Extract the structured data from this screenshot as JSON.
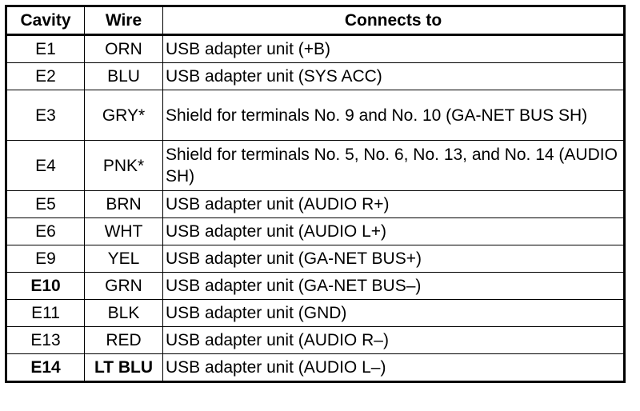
{
  "headers": {
    "cavity": "Cavity",
    "wire": "Wire",
    "connects_to": "Connects to"
  },
  "rows": [
    {
      "cavity": "E1",
      "wire": "ORN",
      "connects_to": "USB adapter unit (+B)"
    },
    {
      "cavity": "E2",
      "wire": "BLU",
      "connects_to": "USB adapter unit (SYS ACC)"
    },
    {
      "cavity": "E3",
      "wire": "GRY*",
      "connects_to": "Shield for terminals No. 9 and No. 10 (GA-NET BUS SH)"
    },
    {
      "cavity": "E4",
      "wire": "PNK*",
      "connects_to": "Shield for terminals No. 5, No. 6, No. 13, and No. 14 (AUDIO SH)"
    },
    {
      "cavity": "E5",
      "wire": "BRN",
      "connects_to": "USB adapter unit (AUDIO R+)"
    },
    {
      "cavity": "E6",
      "wire": "WHT",
      "connects_to": "USB adapter unit (AUDIO L+)"
    },
    {
      "cavity": "E9",
      "wire": "YEL",
      "connects_to": "USB adapter unit (GA-NET BUS+)"
    },
    {
      "cavity": "E10",
      "wire": "GRN",
      "connects_to": "USB adapter unit (GA-NET BUS–)"
    },
    {
      "cavity": "E11",
      "wire": "BLK",
      "connects_to": "USB adapter unit (GND)"
    },
    {
      "cavity": "E13",
      "wire": "RED",
      "connects_to": "USB adapter unit (AUDIO R–)"
    },
    {
      "cavity": "E14",
      "wire": "LT BLU",
      "connects_to": "USB adapter unit (AUDIO L–)"
    }
  ]
}
